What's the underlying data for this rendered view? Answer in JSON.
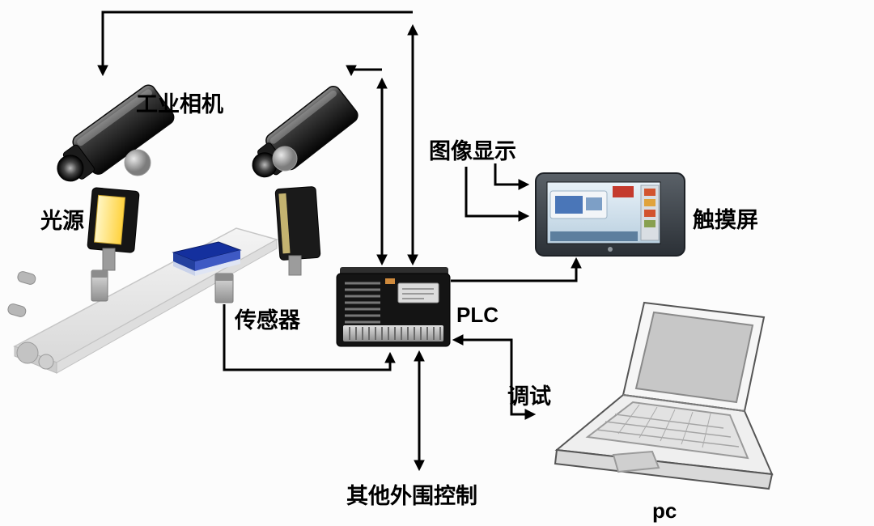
{
  "labels": {
    "industrial_camera": "工业相机",
    "light_source": "光源",
    "image_display": "图像显示",
    "touch_screen": "触摸屏",
    "sensor": "传感器",
    "plc": "PLC",
    "debug": "调试",
    "peripheral_control": "其他外围控制",
    "pc": "pc"
  },
  "colors": {
    "line": "#000000",
    "light_panel": "#ffd23e",
    "workpiece_blue": "#14309e",
    "plc_body": "#141414",
    "touchscreen_frame": "#2b3036"
  },
  "diagram": {
    "type": "system-architecture",
    "nodes": [
      "工业相机",
      "光源",
      "传感器",
      "PLC",
      "图像显示",
      "触摸屏",
      "pc",
      "其他外围控制"
    ],
    "edges": [
      {
        "from": "PLC",
        "to": "工业相机(左)",
        "bidirectional": true
      },
      {
        "from": "PLC",
        "to": "工业相机(右)",
        "bidirectional": true
      },
      {
        "from": "图像显示",
        "to": "触摸屏",
        "bidirectional": false
      },
      {
        "from": "图像显示",
        "to": "触摸屏",
        "bidirectional": false
      },
      {
        "from": "PLC",
        "to": "触摸屏",
        "bidirectional": false
      },
      {
        "from": "传感器",
        "to": "PLC",
        "bidirectional": false
      },
      {
        "from": "pc",
        "to": "PLC",
        "label": "调试",
        "bidirectional": true
      },
      {
        "from": "PLC",
        "to": "其他外围控制",
        "bidirectional": true
      }
    ]
  }
}
